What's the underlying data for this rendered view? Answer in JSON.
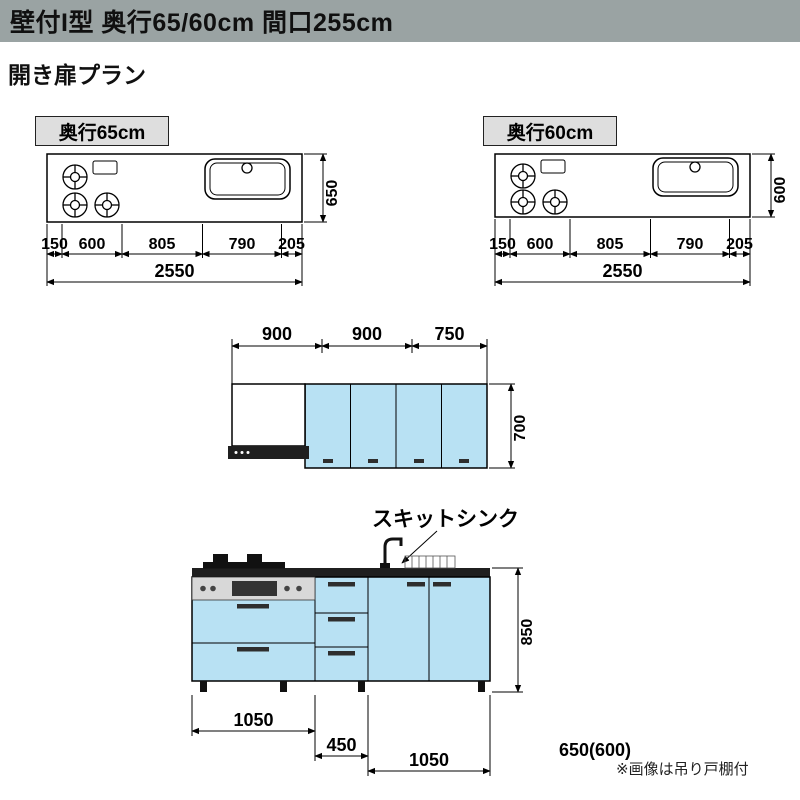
{
  "header": {
    "title": "壁付I型 奥行65/60cm 間口255cm",
    "subtitle": "開き扉プラン"
  },
  "plan_left": {
    "label": "奥行65cm",
    "depth": "650",
    "segments": [
      "150",
      "600",
      "805",
      "790",
      "205"
    ],
    "total": "2550"
  },
  "plan_right": {
    "label": "奥行60cm",
    "depth": "600",
    "segments": [
      "150",
      "600",
      "805",
      "790",
      "205"
    ],
    "total": "2550"
  },
  "wall_cabinet": {
    "widths": [
      "900",
      "900",
      "750"
    ],
    "height": "700"
  },
  "base_cabinet": {
    "sink_label": "スキットシンク",
    "counter_height": "850",
    "widths": [
      "1050",
      "450",
      "1050"
    ],
    "depth": "650(600)"
  },
  "footnote": "※画像は吊り戸棚付",
  "colors": {
    "header_bg": "#9aa3a3",
    "cabinet_blue": "#b8e1f3",
    "label_bg": "#dedede",
    "line": "#000000"
  }
}
